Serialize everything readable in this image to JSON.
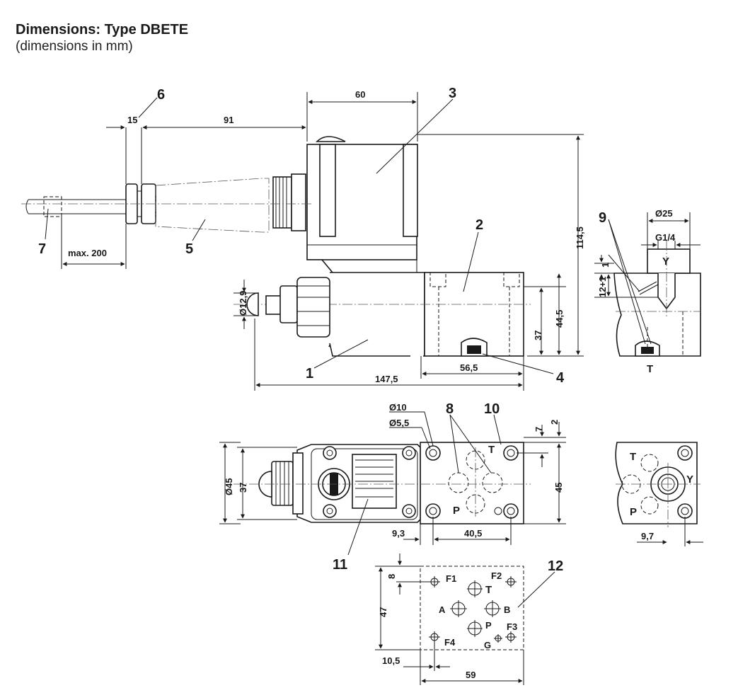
{
  "title": "Dimensions: Type DBETE",
  "subtitle": "(dimensions in mm)",
  "callouts": [
    "1",
    "2",
    "3",
    "4",
    "5",
    "6",
    "7",
    "8",
    "9",
    "10",
    "11",
    "12"
  ],
  "dimensions": {
    "d15": "15",
    "d91": "91",
    "d60": "60",
    "d114_5": "114,5",
    "max200": "max. 200",
    "d12_9": "Ø12,9",
    "d37": "37",
    "d44_5": "44,5",
    "d147_5": "147,5",
    "d56_5": "56,5",
    "d25": "Ø25",
    "g14": "G1/4",
    "d1": "1",
    "d12p1": "12+1",
    "d10": "Ø10",
    "d5_5": "Ø5,5",
    "d7": "7",
    "d2": "2",
    "d45dia": "Ø45",
    "d37b": "37",
    "d45": "45",
    "d9_3": "9,3",
    "d40_5": "40,5",
    "d9_7": "9,7",
    "d8": "8",
    "d47": "47",
    "d10_5": "10,5",
    "d59": "59"
  },
  "ports": {
    "Y": "Y",
    "T": "T",
    "P": "P",
    "A": "A",
    "B": "B",
    "G": "G",
    "F1": "F1",
    "F2": "F2",
    "F3": "F3",
    "F4": "F4"
  }
}
